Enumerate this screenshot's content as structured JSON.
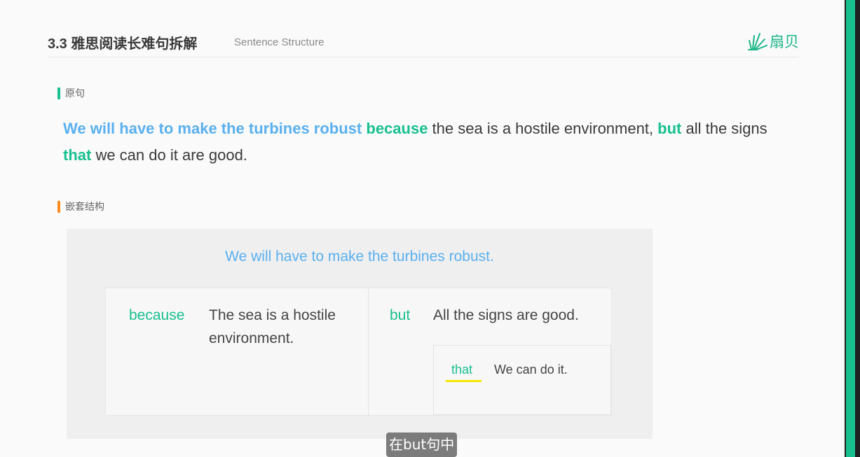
{
  "header": {
    "title": "3.3 雅思阅读长难句拆解",
    "subtitle": "Sentence Structure",
    "logo_text": "扇贝",
    "logo_icon": "shanbay-shell-icon"
  },
  "sections": {
    "original_label": "原句",
    "nested_label": "嵌套结构"
  },
  "sentence": {
    "part1": "We will have to make the turbines robust",
    "part2": "because",
    "part3": " the sea is a hostile environment, ",
    "part4": "but",
    "part5": " all the signs ",
    "part6": "that",
    "part7": " we can do it are good."
  },
  "diagram": {
    "main_clause": "We will have to make the turbines robust.",
    "because_label": "because",
    "because_clause": "The sea is a hostile environment.",
    "but_label": "but",
    "but_clause": "All the signs are good.",
    "that_label": "that",
    "that_clause": "We can do it."
  },
  "caption": "在but句中",
  "colors": {
    "blue": "#5ab0ef",
    "green": "#18c08f",
    "orange": "#ff8a1e",
    "highlight_yellow": "#f5e800"
  }
}
